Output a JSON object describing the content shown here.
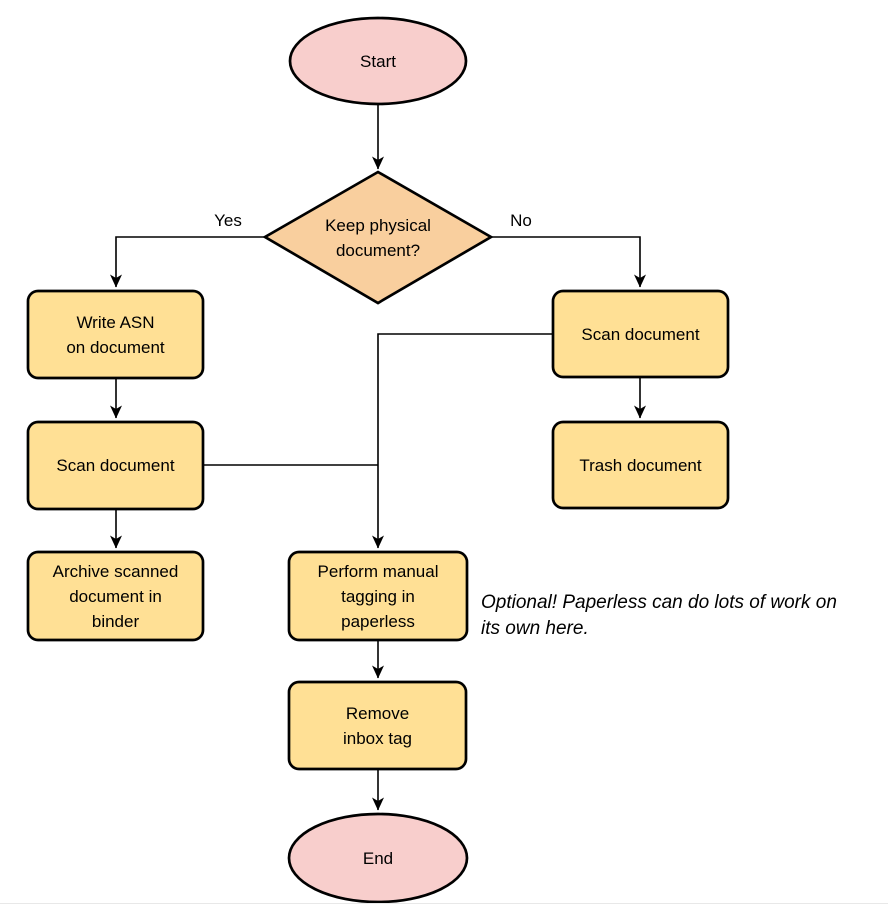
{
  "diagram": {
    "type": "flowchart",
    "background": "#ffffff",
    "nodes": {
      "start": {
        "id": "start",
        "shape": "terminator",
        "label": "Start"
      },
      "decision": {
        "id": "decision",
        "shape": "decision",
        "label": "Keep physical\ndocument?"
      },
      "write_asn": {
        "id": "write_asn",
        "shape": "process",
        "label": "Write ASN\non document"
      },
      "scan_left": {
        "id": "scan_left",
        "shape": "process",
        "label": "Scan document"
      },
      "archive": {
        "id": "archive",
        "shape": "process",
        "label": "Archive scanned\ndocument in\nbinder"
      },
      "scan_right": {
        "id": "scan_right",
        "shape": "process",
        "label": "Scan document"
      },
      "trash": {
        "id": "trash",
        "shape": "process",
        "label": "Trash document"
      },
      "tagging": {
        "id": "tagging",
        "shape": "process",
        "label": "Perform manual\ntagging in\npaperless"
      },
      "remove_inbox": {
        "id": "remove_inbox",
        "shape": "process",
        "label": "Remove\ninbox tag"
      },
      "end": {
        "id": "end",
        "shape": "terminator",
        "label": "End"
      }
    },
    "edges": [
      {
        "from": "start",
        "to": "decision",
        "label": ""
      },
      {
        "from": "decision",
        "to": "write_asn",
        "label": "Yes"
      },
      {
        "from": "decision",
        "to": "scan_right",
        "label": "No"
      },
      {
        "from": "write_asn",
        "to": "scan_left",
        "label": ""
      },
      {
        "from": "scan_left",
        "to": "archive",
        "label": ""
      },
      {
        "from": "scan_right",
        "to": "trash",
        "label": ""
      },
      {
        "from": "scan_right",
        "to": "tagging",
        "label": ""
      },
      {
        "from": "scan_left",
        "to": "tagging",
        "label": ""
      },
      {
        "from": "tagging",
        "to": "remove_inbox",
        "label": ""
      },
      {
        "from": "remove_inbox",
        "to": "end",
        "label": ""
      }
    ],
    "edge_labels": {
      "yes": "Yes",
      "no": "No"
    },
    "note": "Optional! Paperless can do lots of work on\nits own here.",
    "colors": {
      "terminator_fill": "#f8cecc",
      "decision_fill": "#f9cf9e",
      "process_fill": "#ffe095",
      "stroke": "#000000",
      "text": "#000000"
    }
  }
}
